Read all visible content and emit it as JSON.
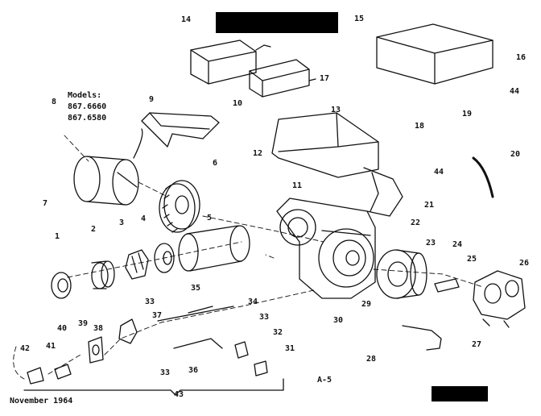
{
  "models": {
    "heading": "Models:",
    "numbers": [
      "867.6660",
      "867.6580"
    ]
  },
  "footer": {
    "date": "November 1964",
    "figure_code": "A-5"
  },
  "callouts": [
    "1",
    "2",
    "3",
    "4",
    "5",
    "6",
    "7",
    "8",
    "9",
    "10",
    "11",
    "12",
    "13",
    "14",
    "15",
    "16",
    "17",
    "18",
    "19",
    "20",
    "21",
    "22",
    "23",
    "24",
    "25",
    "26",
    "27",
    "28",
    "29",
    "30",
    "31",
    "32",
    "33",
    "34",
    "35",
    "36",
    "37",
    "38",
    "39",
    "40",
    "41",
    "42",
    "43",
    "44"
  ]
}
